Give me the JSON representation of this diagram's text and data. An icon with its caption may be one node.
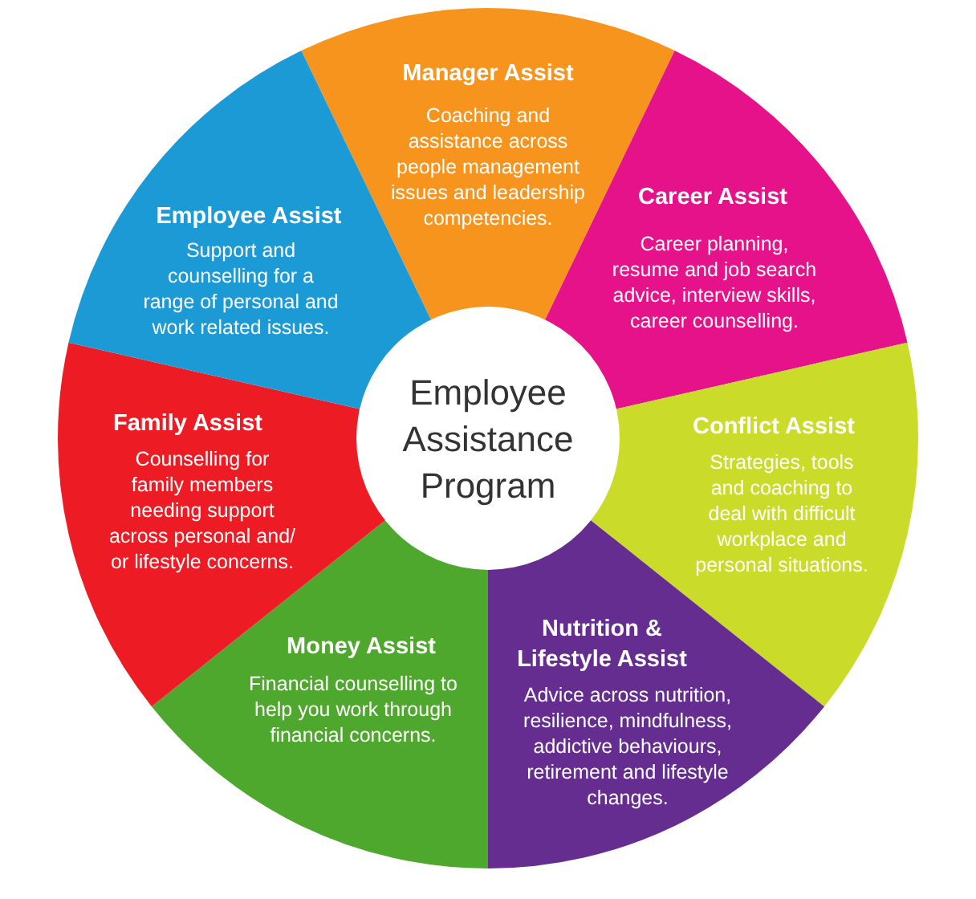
{
  "diagram": {
    "nodes": [
      {
        "text": [
          "Employee Assistance Program"
        ]
      },
      {
        "text": [
          "Manager Assist",
          "Coaching and assistance across people management issues and leadership competencies."
        ]
      },
      {
        "text": [
          "Career Assist",
          "Career planning, resume and job search advice, interview skills, career counselling."
        ]
      },
      {
        "text": [
          "Conflict Assist",
          "Strategies, tools and coaching to deal with difficult workplace and personal situations."
        ]
      },
      {
        "text": [
          "Nutrition & Lifestyle Assist",
          "Advice across nutrition, resilience, mindfulness, addictive behaviours, retirement and lifestyle changes."
        ]
      },
      {
        "text": [
          "Money Assist",
          "Financial counselling to help you work through financial concerns."
        ]
      },
      {
        "text": [
          "Family Assist",
          "Counselling for family members needing support across personal and/ or lifestyle concerns."
        ]
      },
      {
        "text": [
          "Employee Assist",
          "Support and counselling for a range of personal and work related issues."
        ]
      }
    ]
  }
}
